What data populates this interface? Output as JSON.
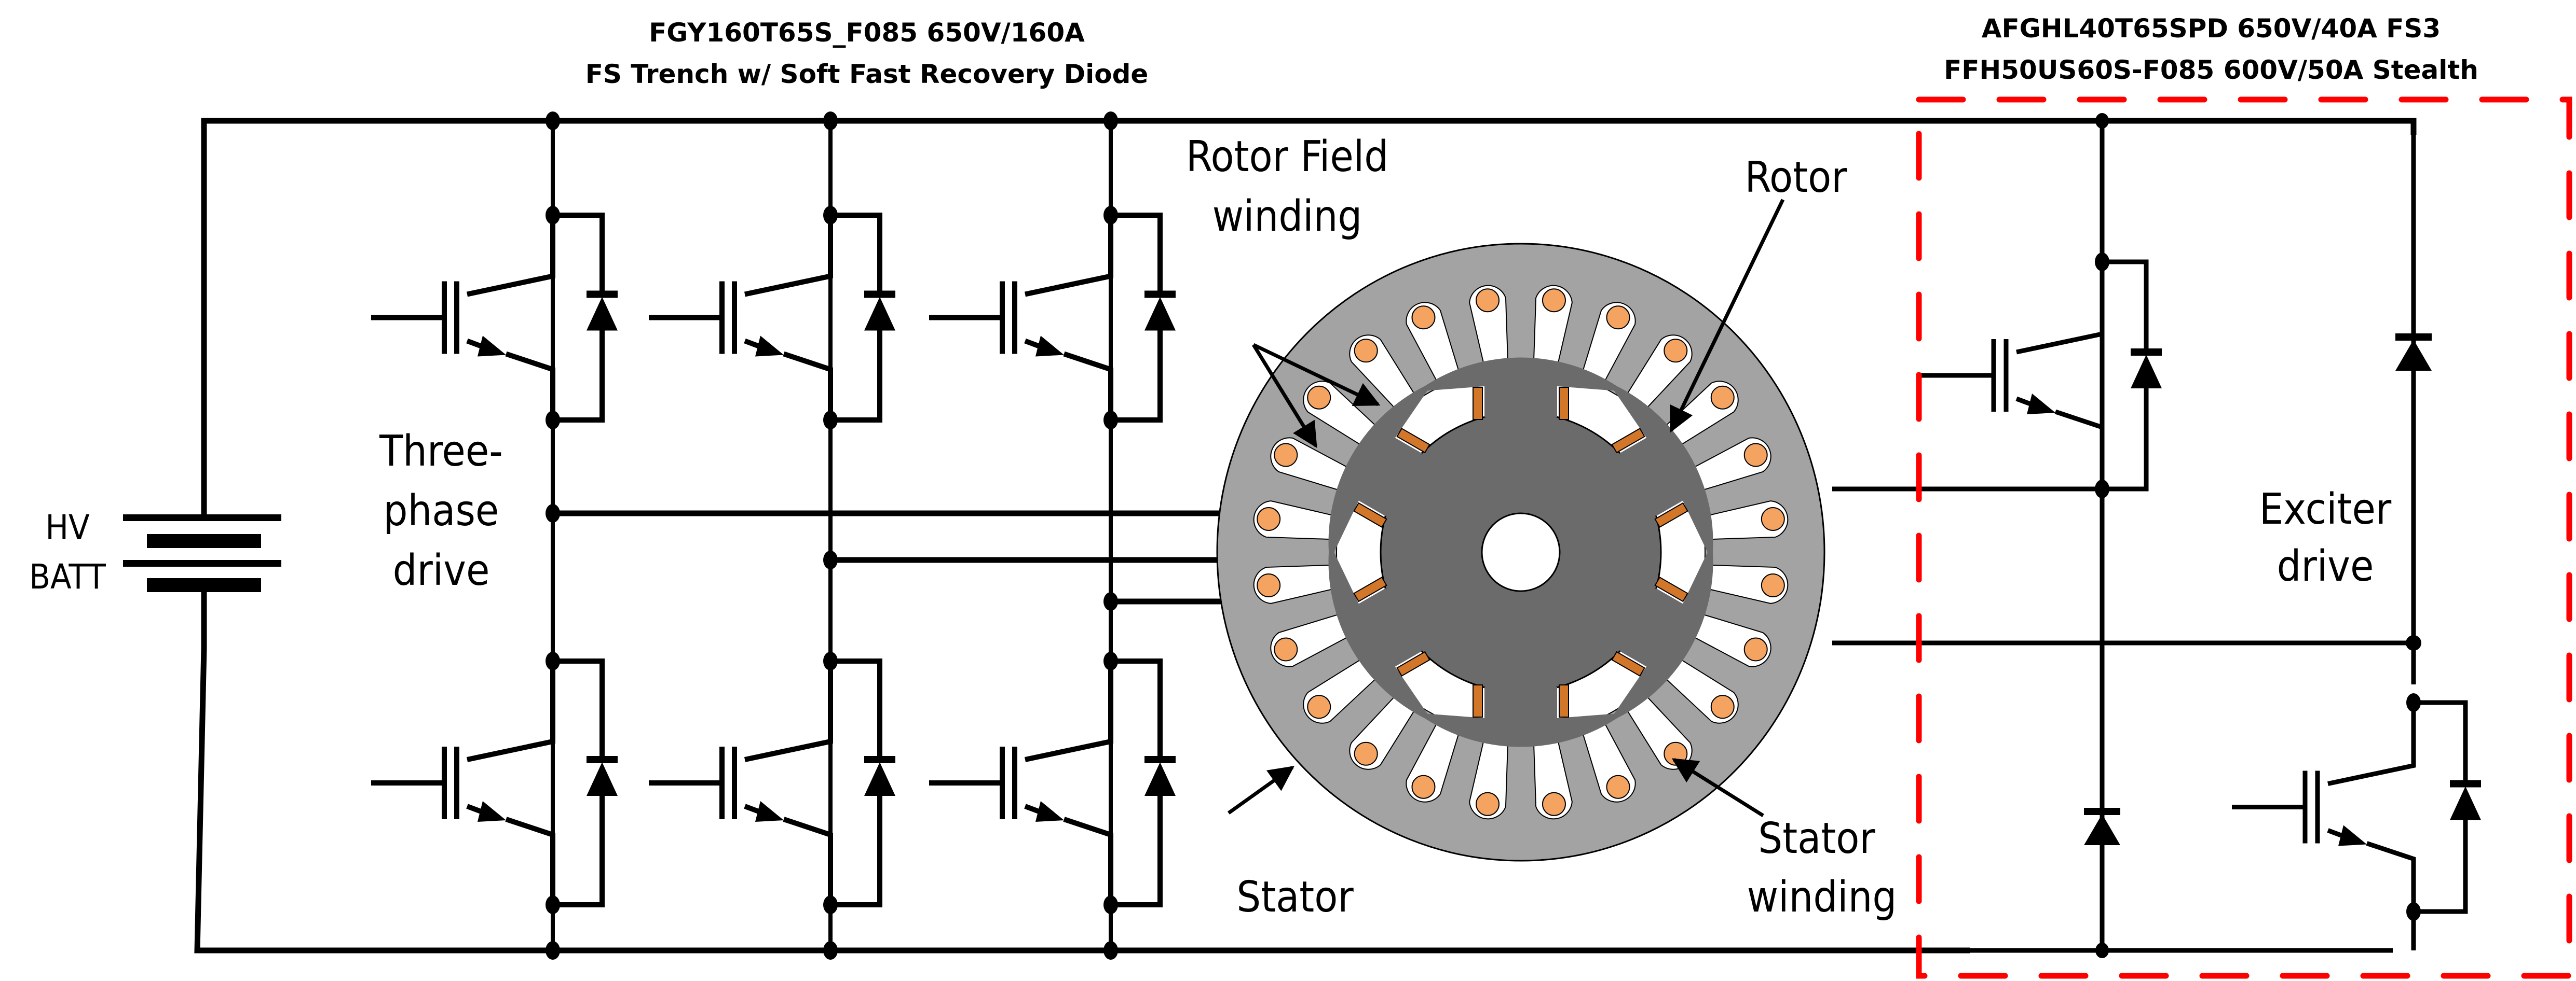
{
  "diagram": {
    "title": "HV battery driven three-phase inverter and exciter drive for wound-field synchronous motor",
    "header_left": {
      "line1": "FGY160T65S_F085 650V/160A",
      "line2": "FS Trench w/ Soft Fast Recovery Diode"
    },
    "header_right": {
      "line1": "AFGHL40T65SPD 650V/40A FS3",
      "line2": "FFH50US60S-F085 600V/50A Stealth"
    },
    "battery": {
      "line1": "HV",
      "line2": "BATT"
    },
    "three_phase_label": [
      "Three-",
      "phase",
      "drive"
    ],
    "exciter_label": [
      "Exciter",
      "drive"
    ],
    "motor_labels": {
      "rotor_field_winding": [
        "Rotor Field",
        "winding"
      ],
      "rotor": "Rotor",
      "stator": "Stator",
      "stator_winding": [
        "Stator",
        "winding"
      ]
    },
    "components": {
      "three_phase_legs": 3,
      "igbts_per_leg": 2,
      "exciter_igbts": 2,
      "exciter_diodes": 2,
      "stator_slots": 24,
      "rotor_poles": 6
    },
    "colors": {
      "wire": "#000000",
      "stator": "#a3a3a3",
      "rotor": "#6b6b6b",
      "stator_winding": "#f4a460",
      "rotor_winding": "#d2762a",
      "exciter_box": "#ff0000",
      "background": "#ffffff"
    }
  }
}
